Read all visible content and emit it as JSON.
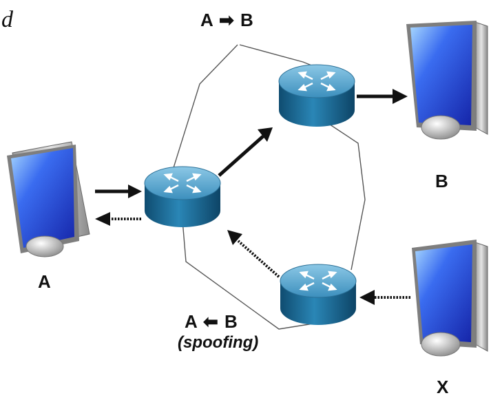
{
  "corner_text": "d",
  "labels": {
    "top_flow": "A ➡ B",
    "bottom_flow": "A ⬅ B",
    "spoofing": "(spoofing)",
    "host_a": "A",
    "host_b": "B",
    "host_x": "X"
  },
  "colors": {
    "router_top": "#5fa9cf",
    "router_body": "#1f6f9a",
    "screen": "#2a3fd0",
    "arrow": "#111111",
    "link": "#555555"
  }
}
